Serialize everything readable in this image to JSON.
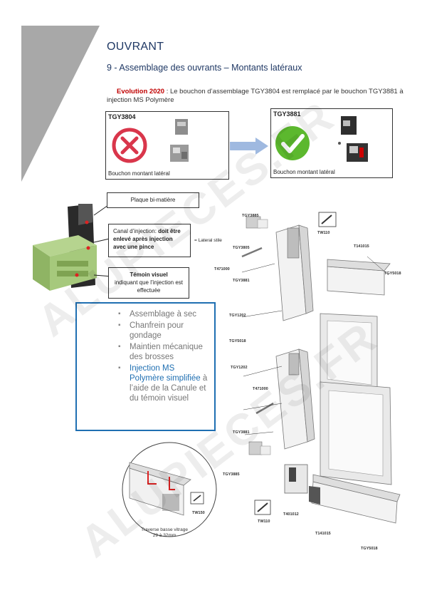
{
  "header": {
    "title": "OUVRANT",
    "subtitle": "9 - Assemblage des ouvrants – Montants latéraux"
  },
  "evolution": {
    "tag": "Evolution 2020",
    "text_a": " : Le bouchon d’assemblage ",
    "code_old": "TGY3804",
    "text_b": " est remplacé par le bouchon ",
    "code_new": "TGY3881",
    "text_c": " à injection MS Polymère"
  },
  "comparison": {
    "old": {
      "code": "TGY3804",
      "caption": "Bouchon montant latéral",
      "status": "rejected"
    },
    "new": {
      "code": "TGY3881",
      "caption": "Bouchon montant latéral",
      "status": "approved"
    },
    "colors": {
      "rejected": "#d9364b",
      "approved": "#5cb82e",
      "arrow": "#9fb9e0"
    }
  },
  "callouts": {
    "plaque": "Plaque bi-matière",
    "canal_prefix": "Canal d’injection: ",
    "canal_bold": "doit être enlevé après injection avec une pince",
    "lateral_stile": "= Lateral stile",
    "temoin_bold": "Témoin visuel",
    "temoin_rest": "indiquant que l’injection est effectuée"
  },
  "features": {
    "item1": "Assemblage à sec",
    "item2": "Chanfrein pour gondage",
    "item3": "Maintien mécanique des brosses",
    "item4_hl": "Injection MS Polymère simplifiée",
    "item4_rest": " à l’aide de la Canule et du témoin visuel",
    "accent": "#1f6fb2"
  },
  "diagram_labels": {
    "tgy3885_top": "TGY3885",
    "tw110_top": "TW110",
    "tgy3805": "TGY3805",
    "t471000_top": "T471000",
    "tgy3881_top": "TGY3881",
    "t141015_top": "T141015",
    "tgy5018_right": "TGY5018",
    "tgy1202_a": "TGY1202",
    "tgy5018_mid": "TGY5018",
    "tgy1202_b": "TGY1202",
    "t471000_bottom": "T471000",
    "tgy3881_bottom": "TGY3881",
    "tgy3885_bottom": "TGY3885",
    "tw110_bottom": "TW110",
    "t401012": "T401012",
    "t141015_bottom": "T141015",
    "tgy5018_bottom": "TGY5018",
    "tw150": "TW150"
  },
  "detail_caption": "Traverse basse vitrage 29 à 32mm",
  "watermark": "ALUPIECES.FR"
}
